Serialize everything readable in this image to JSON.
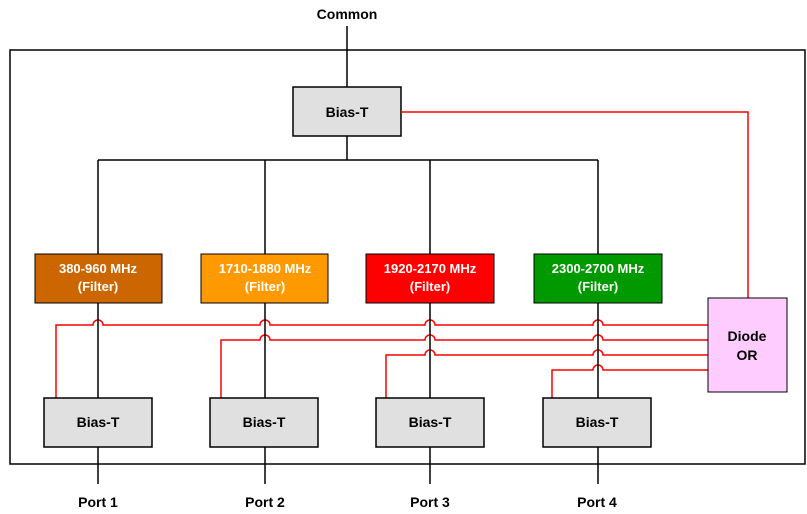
{
  "common_label": "Common",
  "top_bias": "Bias-T",
  "filters": [
    {
      "line1": "380-960 MHz",
      "line2": "(Filter)",
      "color": "#cc6600"
    },
    {
      "line1": "1710-1880 MHz",
      "line2": "(Filter)",
      "color": "#ff9900"
    },
    {
      "line1": "1920-2170 MHz",
      "line2": "(Filter)",
      "color": "#ff0000"
    },
    {
      "line1": "2300-2700 MHz",
      "line2": "(Filter)",
      "color": "#009900"
    }
  ],
  "port_bias": [
    "Bias-T",
    "Bias-T",
    "Bias-T",
    "Bias-T"
  ],
  "ports": [
    "Port 1",
    "Port 2",
    "Port 3",
    "Port 4"
  ],
  "diode": {
    "line1": "Diode",
    "line2": "OR",
    "color": "#ffccff"
  },
  "colors": {
    "bias_fill": "#e0e0e0",
    "dc_line": "#ff0000",
    "rf_line": "#000000"
  }
}
